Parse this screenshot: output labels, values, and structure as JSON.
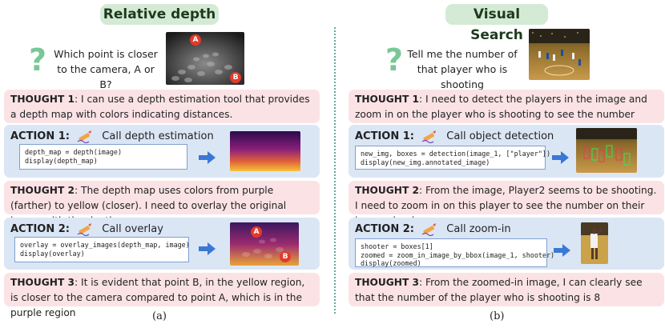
{
  "left": {
    "header": "Relative depth",
    "question": "Which point is closer to the camera, A or B?",
    "question_markers": [
      "A",
      "B"
    ],
    "thought1": {
      "label": "THOUGHT 1",
      "text": ": I can use a depth estimation tool that provides a depth map with colors indicating distances."
    },
    "action1": {
      "label": "ACTION 1:",
      "desc": "Call depth estimation",
      "code": "depth_map = depth(image)\ndisplay(depth_map)"
    },
    "thought2": {
      "label": "THOUGHT 2",
      "text": ": The depth map uses colors from purple (farther) to yellow (closer). I need to overlay the original image with the depth map"
    },
    "action2": {
      "label": "ACTION 2:",
      "desc": "Call overlay",
      "code": "overlay = overlay_images(depth_map, image)\ndisplay(overlay)"
    },
    "overlay_markers": [
      "A",
      "B"
    ],
    "thought3": {
      "label": "THOUGHT 3",
      "text": ": It is evident that point B, in the yellow region, is closer to the camera compared to point A, which is in the purple region"
    },
    "caption": "(a)"
  },
  "right": {
    "header": "Visual Search",
    "question": "Tell me the number of that player who is shooting",
    "thought1": {
      "label": "THOUGHT 1",
      "text": ": I need to detect the players in the image and zoom in on the player who is shooting to see the number clearly"
    },
    "action1": {
      "label": "ACTION 1:",
      "desc": "Call object detection",
      "code": "new_img, boxes = detection(image_1, [\"player\"])\ndisplay(new_img.annotated_image)"
    },
    "thought2": {
      "label": "THOUGHT 2",
      "text": ": From the image, Player2 seems to be shooting. I need to zoom in on this player to see the number on their jersey clearly"
    },
    "action2": {
      "label": "ACTION 2:",
      "desc": "Call zoom-in",
      "code": "shooter = boxes[1]\nzoomed = zoom_in_image_by_bbox(image_1, shooter)\ndisplay(zoomed)"
    },
    "thought3": {
      "label": "THOUGHT 3",
      "text": ": From the zoomed-in image, I can clearly see that the number of the player who is shooting is 8"
    },
    "caption": "(b)"
  },
  "colors": {
    "header_bg": "#d4ead4",
    "thought_bg": "#fbe3e5",
    "action_bg": "#dbe6f5",
    "arrow": "#3a78d6",
    "question_icon": "#78c895",
    "marker": "#e33a2a"
  },
  "icons": [
    "question-icon",
    "pen-icon",
    "right-arrow-icon"
  ]
}
